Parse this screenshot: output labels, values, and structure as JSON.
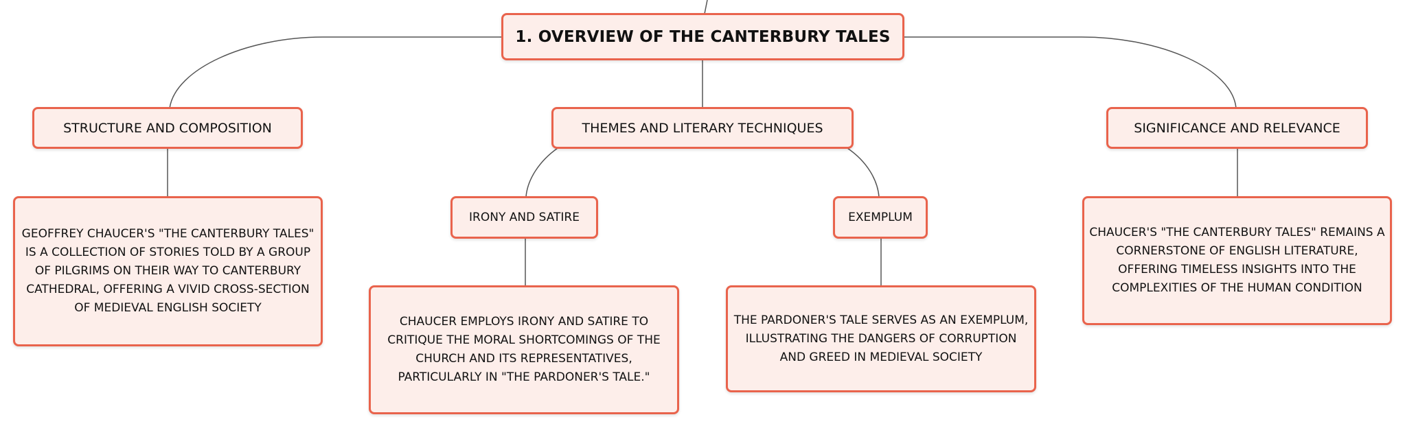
{
  "colors": {
    "box_border": "#e9634c",
    "box_fill": "#fdeeea",
    "connector": "#555555"
  },
  "mindmap": {
    "root": {
      "label": "1. OVERVIEW OF THE CANTERBURY TALES"
    },
    "structure": {
      "label": "STRUCTURE AND COMPOSITION",
      "detail": "GEOFFREY CHAUCER'S \"THE CANTERBURY TALES\" IS A COLLECTION OF STORIES TOLD BY A GROUP OF PILGRIMS ON THEIR WAY TO CANTERBURY CATHEDRAL, OFFERING A VIVID CROSS-SECTION OF MEDIEVAL ENGLISH SOCIETY"
    },
    "themes": {
      "label": "THEMES AND LITERARY TECHNIQUES",
      "irony": {
        "label": "IRONY AND SATIRE",
        "detail": "CHAUCER EMPLOYS IRONY AND SATIRE TO CRITIQUE THE MORAL SHORTCOMINGS OF THE CHURCH AND ITS REPRESENTATIVES, PARTICULARLY IN \"THE PARDONER'S TALE.\""
      },
      "exemplum": {
        "label": "EXEMPLUM",
        "detail": "THE PARDONER'S TALE SERVES AS AN EXEMPLUM, ILLUSTRATING THE DANGERS OF CORRUPTION AND GREED IN MEDIEVAL SOCIETY"
      }
    },
    "significance": {
      "label": "SIGNIFICANCE AND RELEVANCE",
      "detail": "CHAUCER'S \"THE CANTERBURY TALES\" REMAINS A CORNERSTONE OF ENGLISH LITERATURE, OFFERING TIMELESS INSIGHTS INTO THE COMPLEXITIES OF THE HUMAN CONDITION"
    }
  }
}
